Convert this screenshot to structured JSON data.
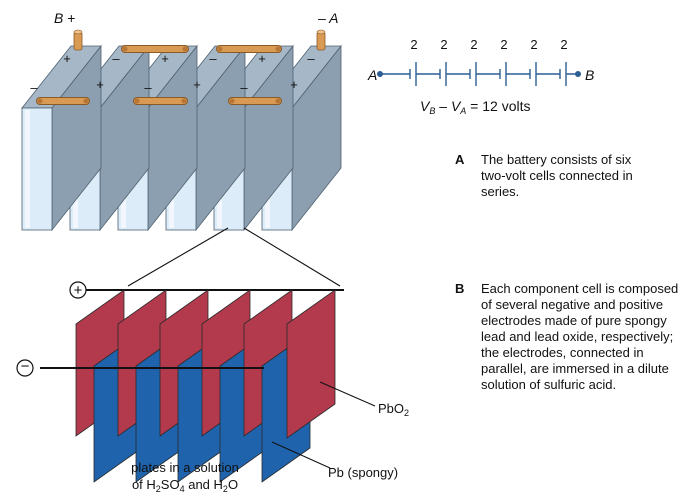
{
  "battery": {
    "term_b": "B",
    "term_a": "A",
    "sign_plus": "+",
    "sign_minus": "–"
  },
  "schematic": {
    "cell_volts": [
      "2",
      "2",
      "2",
      "2",
      "2",
      "2"
    ],
    "label_a": "A",
    "label_b": "B",
    "eq_v": "V",
    "eq_sub_b": "B",
    "eq_dash": " – ",
    "eq_sub_a": "A",
    "eq_rest": " = 12 volts"
  },
  "captions": [
    {
      "letter": "A",
      "text": "The battery consists of six two-volt cells connected in series."
    },
    {
      "letter": "B",
      "text": "Each component cell is composed of several negative and positive electrodes made of pure spongy lead and lead oxide, respectively; the electrodes, connected in parallel, are immersed in a dilute solution of sulfuric acid."
    }
  ],
  "plates": {
    "plus_symbol": "+",
    "minus_symbol": "−",
    "pbo2_main": "PbO",
    "pbo2_sub": "2",
    "pb_label": "Pb (spongy)",
    "solution_line1": "plates in a solution",
    "sol_of": "of H",
    "sol_h2": "2",
    "sol_so": "SO",
    "sol_4": "4",
    "sol_and": " and H",
    "sol_h2b": "2",
    "sol_o": "O"
  },
  "colors": {
    "cell_face": "#dcecf8",
    "cell_side": "#8c9fb0",
    "cell_top": "#a6b8c8",
    "connector": "#d99a54",
    "positive_plate": "#b23a4c",
    "negative_plate": "#1f63ad"
  }
}
